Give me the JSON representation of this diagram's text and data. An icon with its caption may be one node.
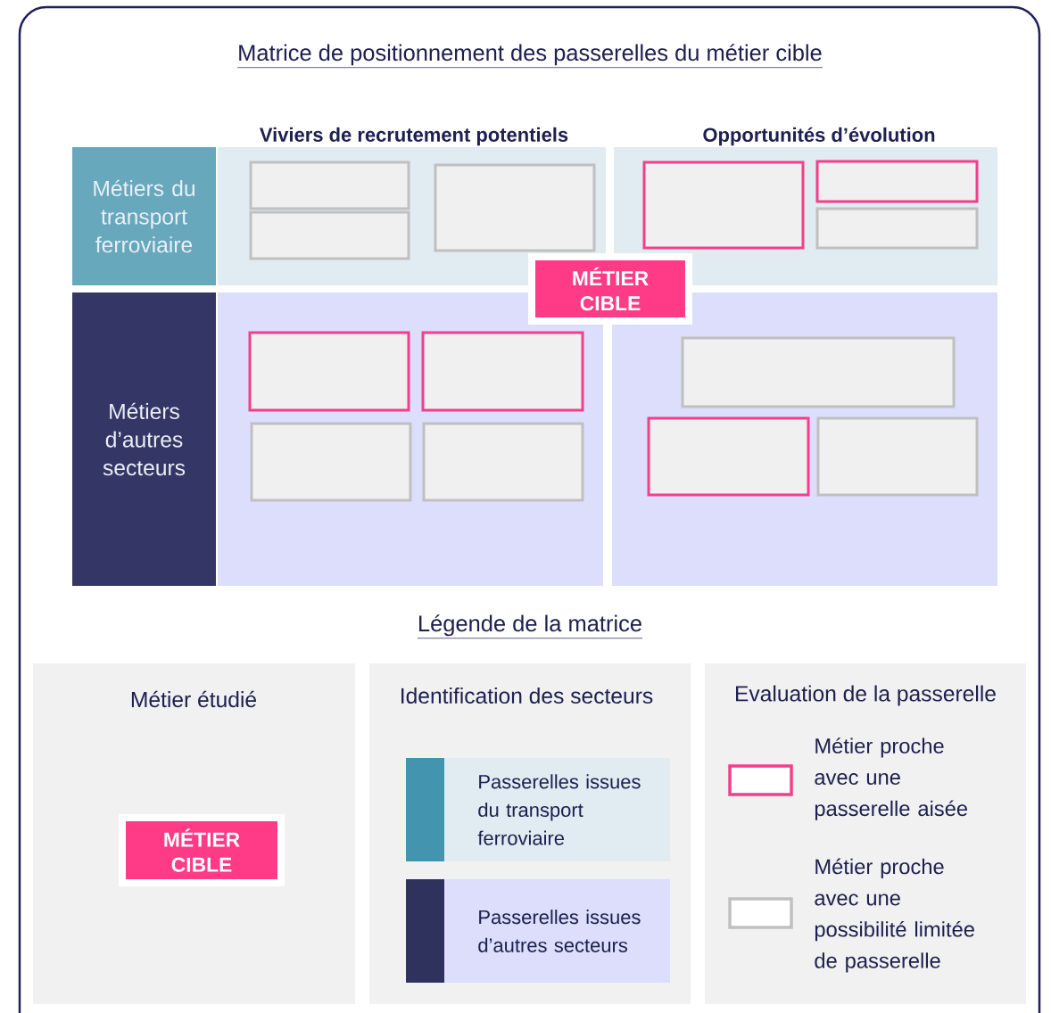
{
  "diagram": {
    "title": "Matrice de positionnement des passerelles du métier cible",
    "nodes": [
      {
        "text": [
          "Métiers du transport ferroviaire"
        ]
      },
      {
        "text": [
          "Métiers d’autres secteurs"
        ]
      },
      {
        "text": [
          "MÉTIER CIBLE"
        ]
      },
      {
        "text": [],
        "shape": "box"
      },
      {
        "text": [],
        "shape": "box"
      },
      {
        "text": [],
        "shape": "box"
      },
      {
        "text": [],
        "shape": "box"
      },
      {
        "text": [],
        "shape": "box"
      },
      {
        "text": [],
        "shape": "box"
      },
      {
        "text": [],
        "shape": "box"
      },
      {
        "text": [],
        "shape": "box"
      },
      {
        "text": [],
        "shape": "box"
      },
      {
        "text": [],
        "shape": "box"
      },
      {
        "text": [],
        "shape": "box"
      },
      {
        "text": [],
        "shape": "box"
      },
      {
        "text": [],
        "shape": "box"
      },
      {
        "text": [
          "MÉTIER CIBLE"
        ]
      }
    ],
    "labels": [
      "Viviers de recrutement potentiels",
      "Opportunités d’évolution",
      "Légende de la matrice",
      "Métier étudié",
      "Identification des secteurs",
      "Evaluation de la passerelle"
    ],
    "legend": [
      {
        "text": "Passerelles issues du transport ferroviaire",
        "color": "#4394ae"
      },
      {
        "text": "Passerelles issues d’autres secteurs",
        "color": "#30325e"
      },
      {
        "text": "Métier proche avec une passerelle aisée"
      },
      {
        "text": "Métier proche avec une possibilité limitée de passerelle"
      }
    ]
  }
}
